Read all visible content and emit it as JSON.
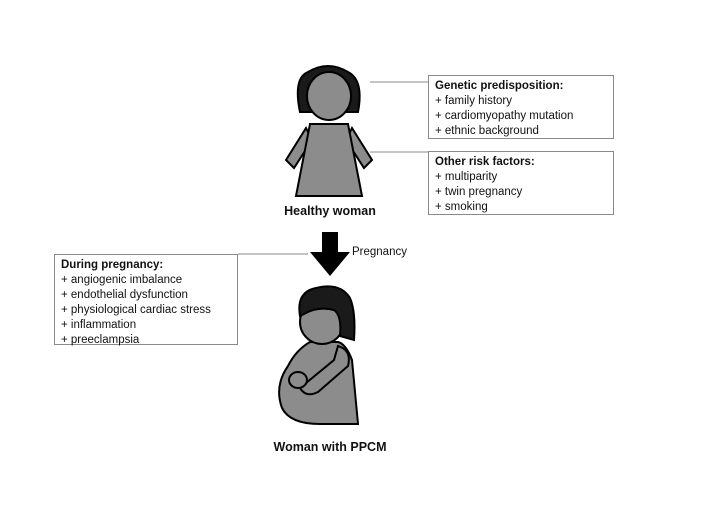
{
  "figures": {
    "healthy_caption": "Healthy woman",
    "pregnant_caption": "Woman with PPCM"
  },
  "arrow": {
    "label": "Pregnancy"
  },
  "boxes": {
    "genetic": {
      "heading": "Genetic predisposition:",
      "items": [
        "+ family history",
        "+ cardiomyopathy mutation",
        "+ ethnic background"
      ]
    },
    "other": {
      "heading": "Other risk factors:",
      "items": [
        "+ multiparity",
        "+ twin pregnancy",
        "+ smoking"
      ]
    },
    "pregnancy": {
      "heading": "During pregnancy:",
      "items": [
        "+ angiogenic imbalance",
        "+ endothelial dysfunction",
        "+ physiological cardiac stress",
        "+ inflammation",
        "+ preeclampsia"
      ]
    }
  },
  "colors": {
    "figure_fill": "#8c8c8c",
    "figure_dark": "#1a1a1a",
    "line": "#8a8a8a"
  }
}
